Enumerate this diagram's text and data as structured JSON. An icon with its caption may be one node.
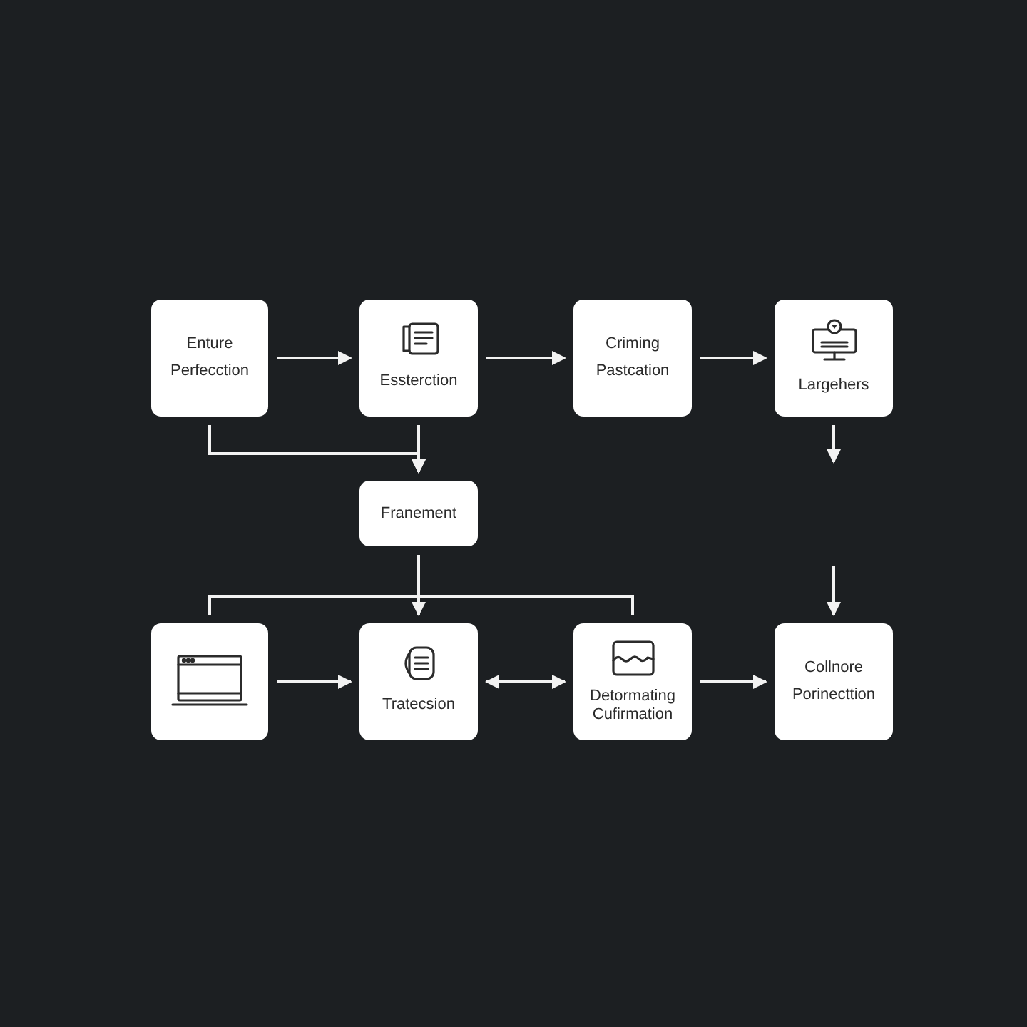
{
  "diagram": {
    "nodes": [
      {
        "text": [
          "Enture Perfecction"
        ]
      },
      {
        "text": [
          "Essterction"
        ]
      },
      {
        "text": [
          "Criming Pastcation"
        ]
      },
      {
        "text": [
          "Largehers"
        ]
      },
      {
        "text": [
          "Franement"
        ]
      },
      {
        "text": [],
        "shape": "box"
      },
      {
        "text": [
          "Tratecsion"
        ]
      },
      {
        "text": [
          "Detormating Cufirmation"
        ]
      },
      {
        "text": [
          "Collnore Porinecttion"
        ]
      }
    ],
    "edges": [
      {
        "from": 0,
        "to": 1,
        "arrow": "to"
      },
      {
        "from": 1,
        "to": 2,
        "arrow": "to"
      },
      {
        "from": 2,
        "to": 3,
        "arrow": "to"
      },
      {
        "from": 0,
        "to": 4,
        "arrow": "to"
      },
      {
        "from": 1,
        "to": 4,
        "arrow": "to"
      },
      {
        "from": 3,
        "to": null,
        "arrow": "to"
      },
      {
        "from": 4,
        "to": 5,
        "arrow": "none"
      },
      {
        "from": 4,
        "to": 6,
        "arrow": "to"
      },
      {
        "from": 4,
        "to": 7,
        "arrow": "none"
      },
      {
        "from": null,
        "to": 8,
        "arrow": "to"
      },
      {
        "from": 5,
        "to": 6,
        "arrow": "to"
      },
      {
        "from": 6,
        "to": 7,
        "arrow": "both"
      },
      {
        "from": 7,
        "to": 8,
        "arrow": "to"
      }
    ]
  }
}
